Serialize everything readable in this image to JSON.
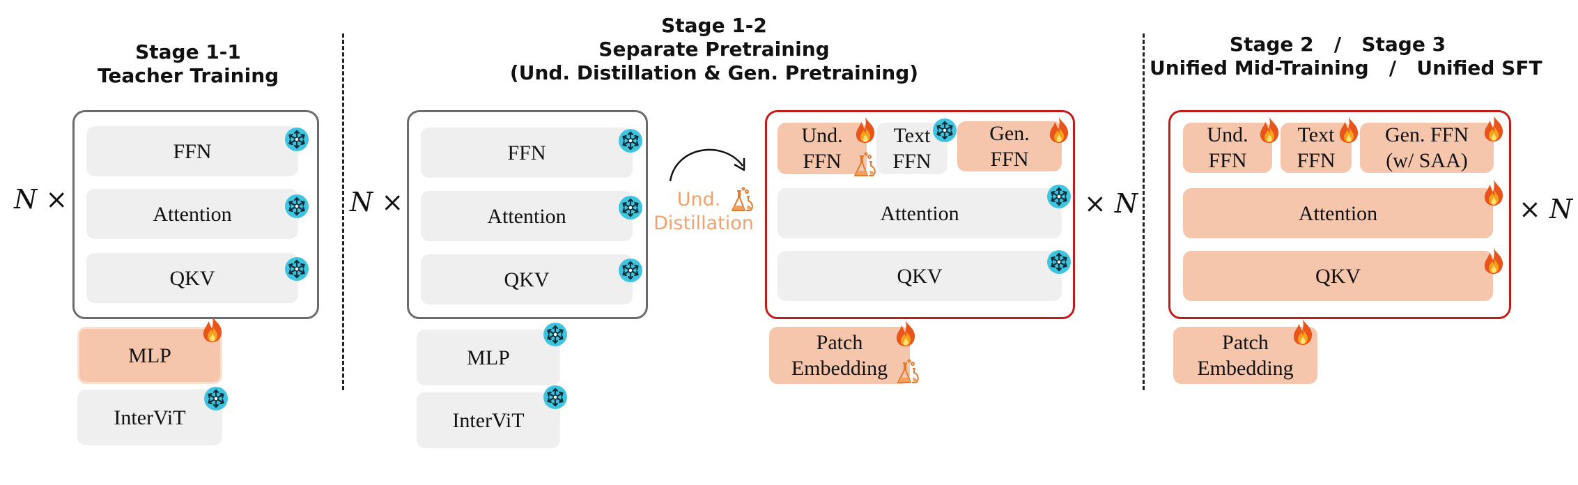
{
  "stage1_1": {
    "title_line1": "Stage 1-1",
    "title_line2": "Teacher Training",
    "multiplier": "N ×",
    "blocks": {
      "ffn": "FFN",
      "attention": "Attention",
      "qkv": "QKV",
      "mlp": "MLP",
      "intervit": "InterViT"
    }
  },
  "stage1_2": {
    "title_line1": "Stage 1-2",
    "title_line2": "Separate Pretraining",
    "title_line3": "(Und. Distillation & Gen. Pretraining)",
    "left_multiplier": "N ×",
    "left_blocks": {
      "ffn": "FFN",
      "attention": "Attention",
      "qkv": "QKV",
      "mlp": "MLP",
      "intervit": "InterViT"
    },
    "distill_line1": "Und.",
    "distill_line2": "Distillation",
    "right_multiplier": "× N",
    "right_blocks": {
      "und_ffn_1": "Und.",
      "und_ffn_2": "FFN",
      "text_ffn_1": "Text",
      "text_ffn_2": "FFN",
      "gen_ffn_1": "Gen.",
      "gen_ffn_2": "FFN",
      "attention": "Attention",
      "qkv": "QKV",
      "patch_1": "Patch",
      "patch_2": "Embedding"
    }
  },
  "stage2_3": {
    "title_line1": "Stage 2   /   Stage 3",
    "title_line2": "Unified Mid-Training   /   Unified SFT",
    "multiplier": "× N",
    "blocks": {
      "und_ffn_1": "Und.",
      "und_ffn_2": "FFN",
      "text_ffn_1": "Text",
      "text_ffn_2": "FFN",
      "gen_ffn_1": "Gen. FFN",
      "gen_ffn_2": "(w/ SAA)",
      "attention": "Attention",
      "qkv": "QKV",
      "patch_1": "Patch",
      "patch_2": "Embedding"
    }
  },
  "colors": {
    "frozen": "#efefef",
    "trainable": "#f6c6ac",
    "frame_gray": "#6b6b6b",
    "frame_red": "#c41a1a",
    "snowflake": "#3fc4e0",
    "distill_text": "#f0a26e"
  },
  "icons": [
    "snowflake-icon",
    "fire-icon",
    "flask-icon",
    "curved-arrow-icon"
  ]
}
